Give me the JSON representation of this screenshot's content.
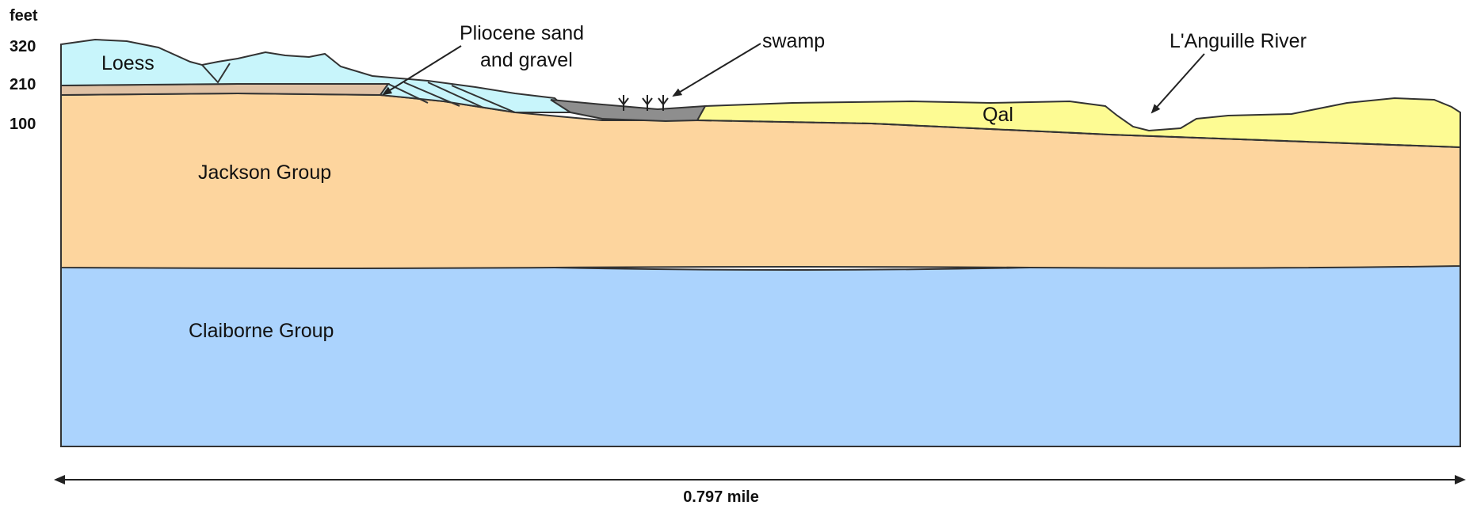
{
  "axis": {
    "unit": "feet",
    "ticks": [
      "320",
      "210",
      "100"
    ]
  },
  "labels": {
    "loess": "Loess",
    "pliocene_line1": "Pliocene sand",
    "pliocene_line2": "and gravel",
    "swamp": "swamp",
    "river": "L'Anguille River",
    "qal": "Qal",
    "jackson": "Jackson Group",
    "claiborne": "Claiborne Group"
  },
  "scale": {
    "text": "0.797 mile"
  },
  "colors": {
    "claiborne": "#abd3fd",
    "jackson": "#fdd59e",
    "qal": "#fdfb93",
    "loess": "#c8f5fb",
    "pliocene": "#e0c2a5",
    "swamp": "#8e8e8e",
    "outline": "#333333"
  }
}
